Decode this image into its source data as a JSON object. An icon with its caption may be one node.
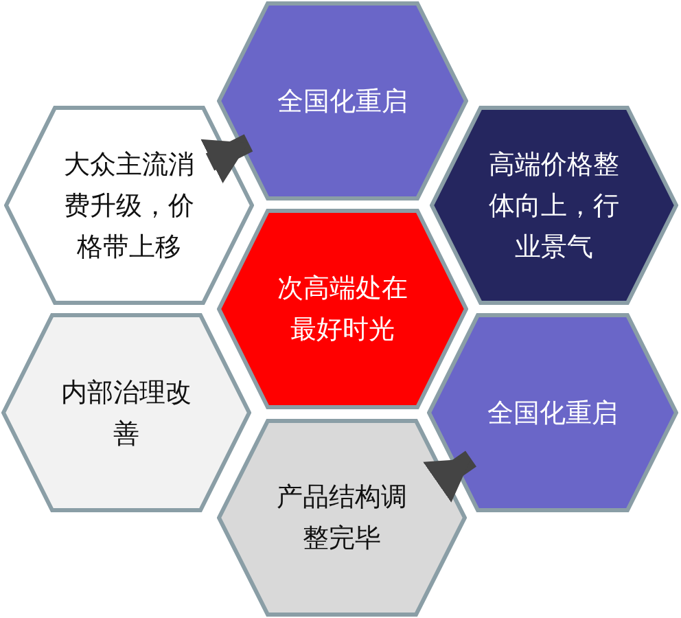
{
  "diagram": {
    "nodes": [
      {
        "text": [
          "全国化重启"
        ]
      },
      {
        "text": [
          "大众主流消费升级，价格带上移"
        ]
      },
      {
        "text": [
          "高端价格整体向上，行业景气"
        ]
      },
      {
        "text": [
          "次高端处在最好时光"
        ]
      },
      {
        "text": [
          "内部治理改善"
        ]
      },
      {
        "text": [
          "全国化重启"
        ]
      },
      {
        "text": [
          "产品结构调整完毕"
        ]
      }
    ],
    "edges": [
      {
        "from": 1,
        "to": 0,
        "arrow": "to"
      },
      {
        "from": 6,
        "to": 5,
        "arrow": "to"
      }
    ]
  }
}
